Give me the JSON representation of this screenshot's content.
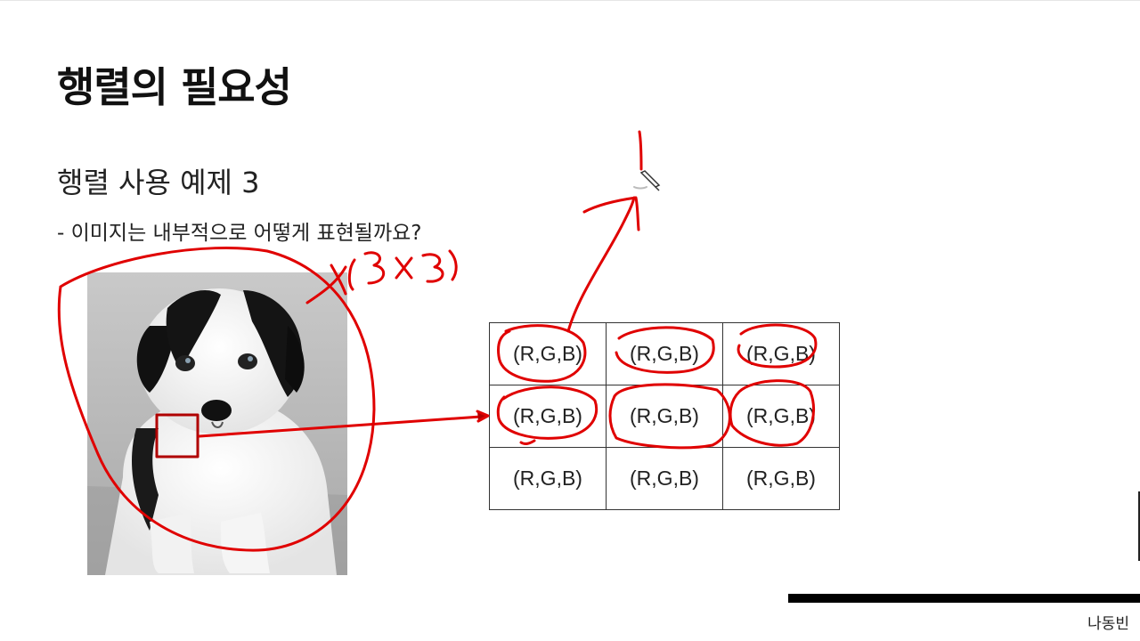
{
  "slide": {
    "title": "행렬의 필요성",
    "subtitle": "행렬 사용 예제 3",
    "question": "- 이미지는 내부적으로 어떻게 표현될까요?",
    "author": "나동빈"
  },
  "matrix": {
    "rows": [
      [
        "(R,G,B)",
        "(R,G,B)",
        "(R,G,B)"
      ],
      [
        "(R,G,B)",
        "(R,G,B)",
        "(R,G,B)"
      ],
      [
        "(R,G,B)",
        "(R,G,B)",
        "(R,G,B)"
      ]
    ]
  },
  "annotation": {
    "color": "#e00000",
    "note": "(3×3)"
  }
}
